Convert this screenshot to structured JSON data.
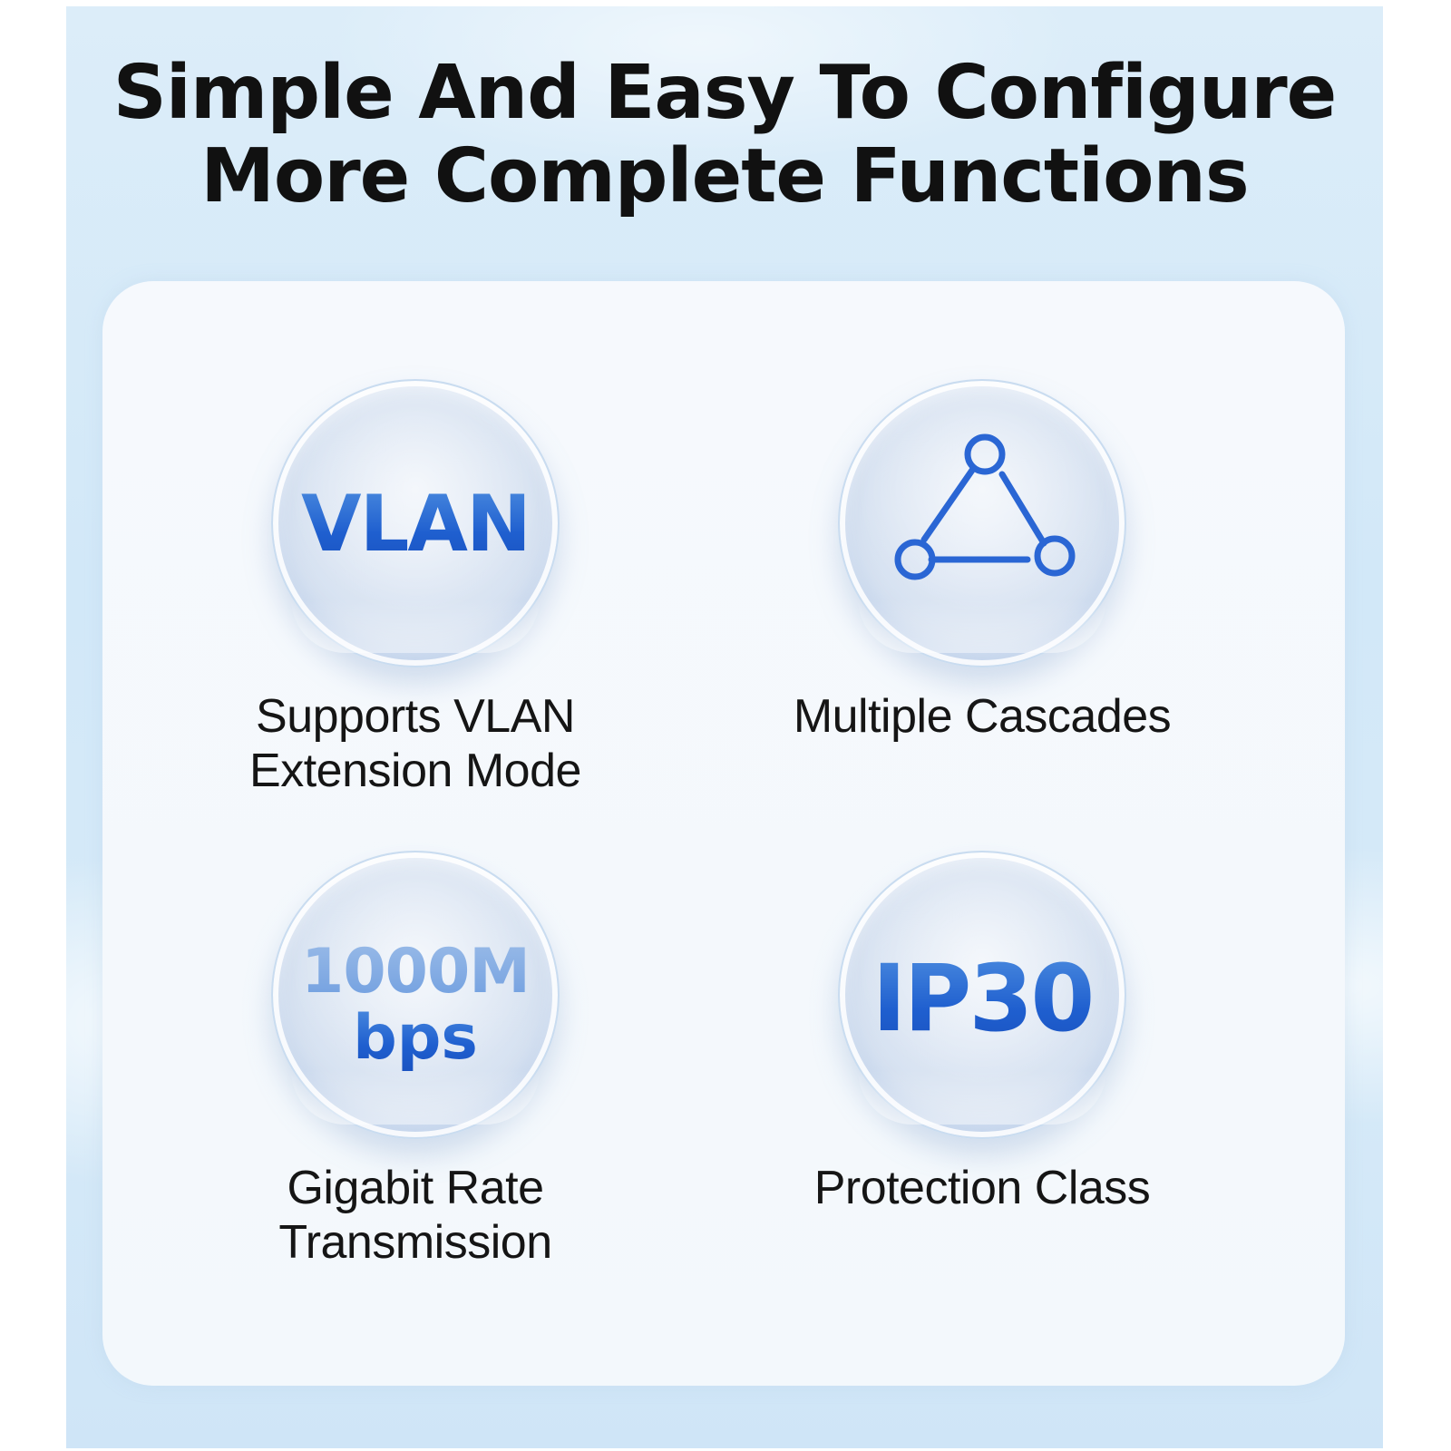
{
  "headline": {
    "line1": "Simple And Easy To Configure",
    "line2": "More Complete Functions"
  },
  "features": [
    {
      "badge": "VLAN",
      "caption_line1": "Supports VLAN",
      "caption_line2": "Extension Mode"
    },
    {
      "icon": "network-triangle-icon",
      "caption_line1": "Multiple Cascades"
    },
    {
      "badge_line1": "1000M",
      "badge_line2": "bps",
      "caption_line1": "Gigabit Rate",
      "caption_line2": "Transmission"
    },
    {
      "badge": "IP30",
      "caption_line1": "Protection Class"
    }
  ],
  "colors": {
    "accent_blue": "#1f5fcf",
    "background_blue": "#d2e8f8",
    "panel": "#f4f8fc",
    "text": "#111111"
  }
}
